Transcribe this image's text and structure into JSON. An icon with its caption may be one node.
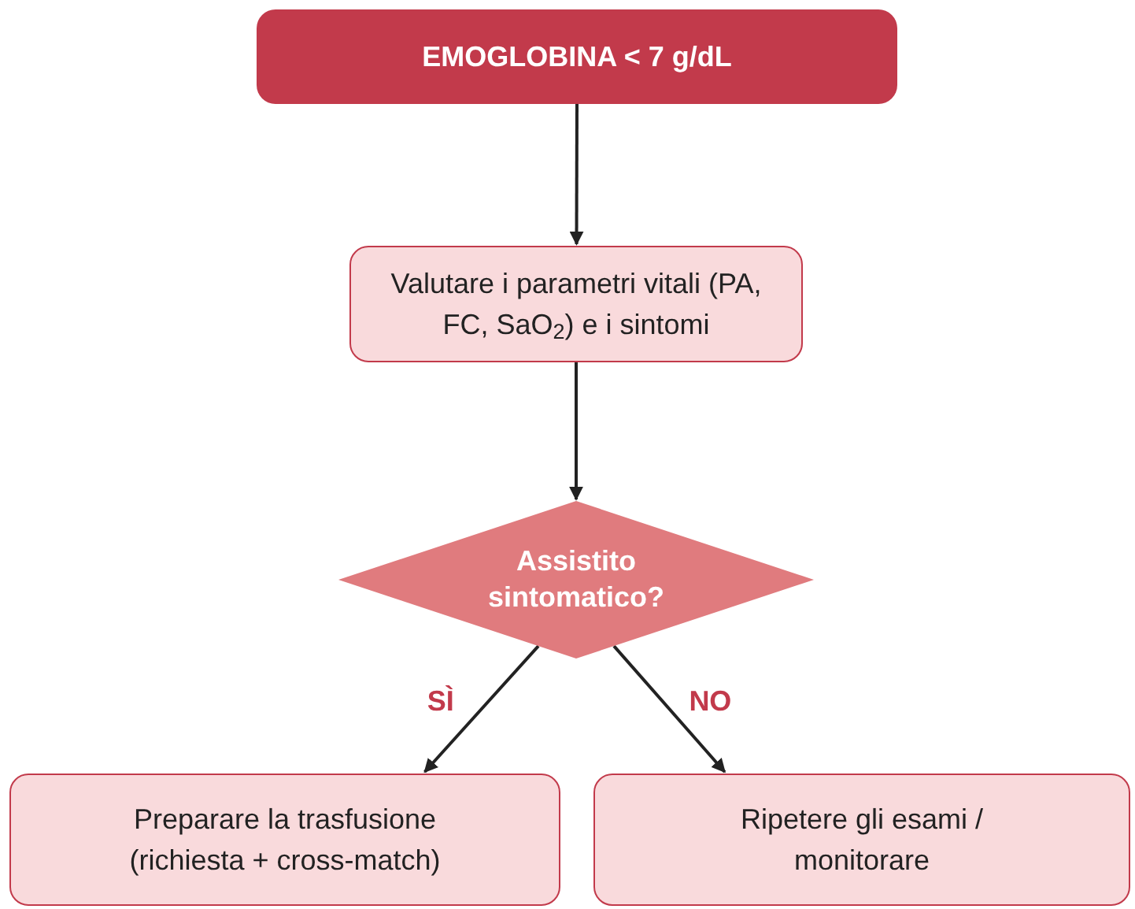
{
  "diagram": {
    "nodes": [
      {
        "text": [
          "EMOGLOBINA < 7 g/dL"
        ]
      },
      {
        "text": [
          "Valutare i parametri vitali (PA, FC, SaO$_{2}$) e i sintomi"
        ]
      },
      {
        "text": [
          "Assistito sintomatico?"
        ]
      },
      {
        "text": [
          "Preparare la trasfusione (richiesta + cross-match)"
        ]
      },
      {
        "text": [
          "Ripetere gli esami / monitorare"
        ]
      }
    ],
    "edges": [
      {
        "from": 0,
        "to": 1,
        "arrow": "to"
      },
      {
        "from": 1,
        "to": 2,
        "arrow": "to"
      },
      {
        "from": 2,
        "to": 3,
        "arrow": "to",
        "label": "SÌ"
      },
      {
        "from": 2,
        "to": 4,
        "arrow": "to",
        "label": "NO"
      }
    ]
  }
}
